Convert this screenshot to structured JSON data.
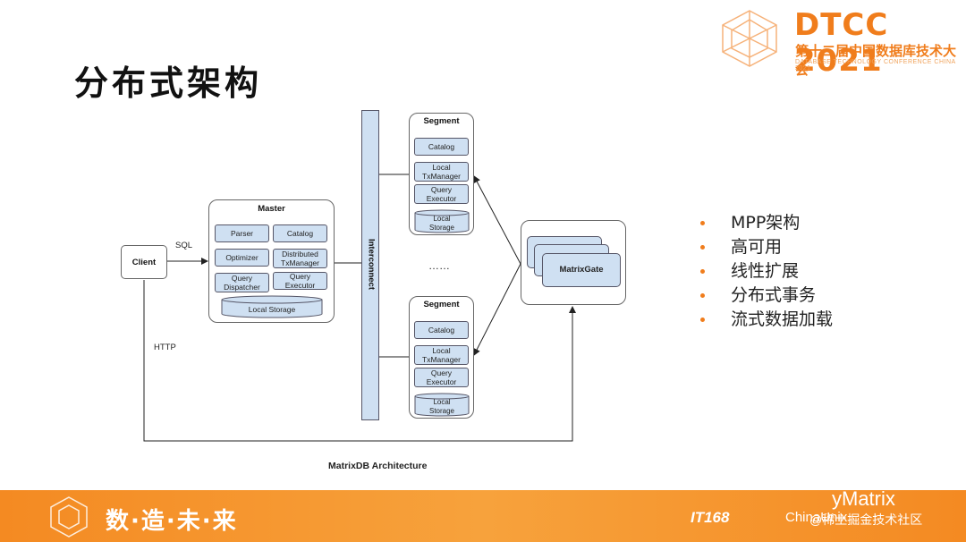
{
  "slide": {
    "title": "分布式架构"
  },
  "logo": {
    "name": "DTCC 2021",
    "subtitle": "第十二届中国数据库技术大会",
    "tagline": "DATABASE TECHNOLOGY CONFERENCE CHINA 2021"
  },
  "diagram": {
    "caption": "MatrixDB Architecture",
    "client": "Client",
    "sql_label": "SQL",
    "http_label": "HTTP",
    "interconnect": "Interconnect",
    "ellipsis": "……",
    "matrixgate": "MatrixGate",
    "master": {
      "title": "Master",
      "cells": [
        "Parser",
        "Catalog",
        "Optimizer",
        "Distributed\nTxManager",
        "Query\nDispatcher",
        "Query\nExecutor"
      ],
      "storage": "Local Storage"
    },
    "segment_top": {
      "title": "Segment",
      "cells": [
        "Catalog",
        "Local\nTxManager",
        "Query\nExecutor"
      ],
      "storage": "Local\nStorage"
    },
    "segment_bottom": {
      "title": "Segment",
      "cells": [
        "Catalog",
        "Local\nTxManager",
        "Query\nExecutor"
      ],
      "storage": "Local\nStorage"
    }
  },
  "bullets": [
    "MPP架构",
    "高可用",
    "线性扩展",
    "分布式事务",
    "流式数据加载"
  ],
  "banner": {
    "slogan": "数·造·未·来",
    "sponsor_1": "IT168",
    "sponsor_2": "ChinaUnix",
    "watermark_1": "yMatrix",
    "watermark_2": "@稀土掘金技术社区"
  },
  "colors": {
    "accent": "#f07d1c",
    "cell_fill": "#cfe0f2"
  }
}
